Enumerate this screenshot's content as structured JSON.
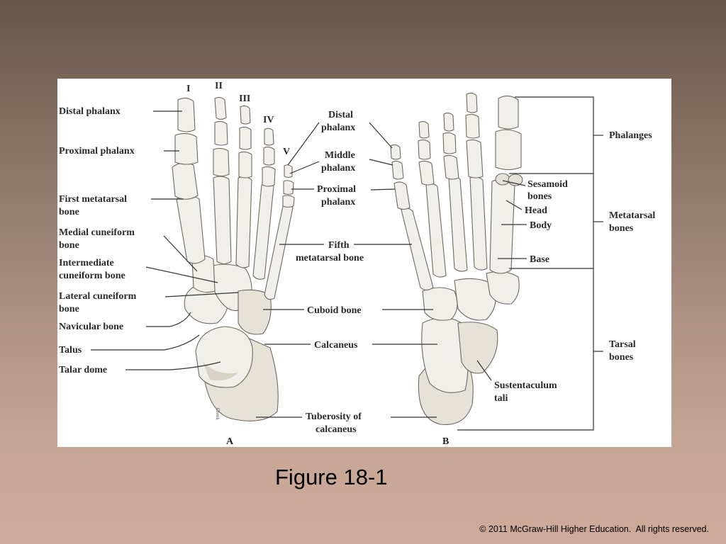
{
  "figure": {
    "left_view_letter": "A",
    "right_view_letter": "B",
    "signature": "Creek",
    "toe_numerals": [
      "I",
      "II",
      "III",
      "IV",
      "V"
    ],
    "left_labels": {
      "distal_phalanx": "Distal phalanx",
      "proximal_phalanx": "Proximal phalanx",
      "first_metatarsal": [
        "First metatarsal",
        "bone"
      ],
      "medial_cuneiform": [
        "Medial cuneiform",
        "bone"
      ],
      "intermediate_cuneiform": [
        "Intermediate",
        "cuneiform bone"
      ],
      "lateral_cuneiform": [
        "Lateral cuneiform",
        "bone"
      ],
      "navicular": "Navicular bone",
      "talus": "Talus",
      "talar_dome": "Talar dome"
    },
    "center_labels": {
      "distal_phalanx": [
        "Distal",
        "phalanx"
      ],
      "middle_phalanx": [
        "Middle",
        "phalanx"
      ],
      "proximal_phalanx": [
        "Proximal",
        "phalanx"
      ],
      "fifth_metatarsal": [
        "Fifth",
        "metatarsal bone"
      ],
      "cuboid": "Cuboid bone",
      "calcaneus": "Calcaneus",
      "tuberosity": [
        "Tuberosity of",
        "calcaneus"
      ]
    },
    "right_labels": {
      "sesamoid": [
        "Sesamoid",
        "bones"
      ],
      "head": "Head",
      "body": "Body",
      "base": "Base",
      "sustentaculum": [
        "Sustentaculum",
        "tali"
      ]
    },
    "group_labels": {
      "phalanges": "Phalanges",
      "metatarsal_bones": [
        "Metatarsal",
        "bones"
      ],
      "tarsal_bones": [
        "Tarsal",
        "bones"
      ]
    }
  },
  "caption": "Figure 18-1",
  "copyright": "© 2011 McGraw-Hill Higher Education.  All rights reserved."
}
